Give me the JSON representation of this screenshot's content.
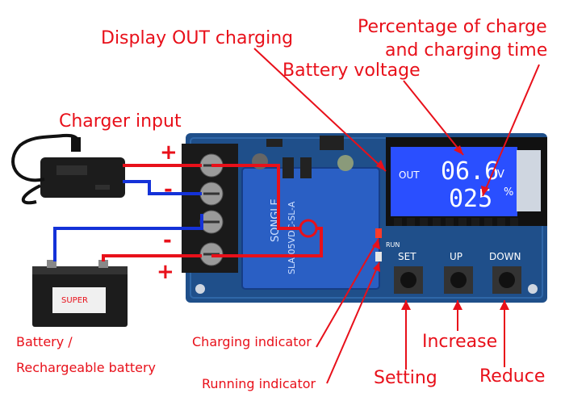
{
  "labels": {
    "display_out": "Display OUT charging",
    "percentage_line1": "Percentage of charge",
    "percentage_line2": "and charging time",
    "battery_voltage": "Battery voltage",
    "charger_input": "Charger input",
    "battery_line1": "Battery /",
    "battery_line2": "Rechargeable battery",
    "charging_indicator": "Charging indicator",
    "running_indicator": "Running indicator",
    "setting": "Setting",
    "increase": "Increase",
    "reduce": "Reduce"
  },
  "signs": {
    "charger_plus": "+",
    "charger_minus": "-",
    "battery_minus": "-",
    "battery_plus": "+"
  },
  "lcd": {
    "out": "OUT",
    "voltage": "06.6",
    "voltage_unit": "V",
    "percent": "025",
    "percent_unit": "%"
  },
  "board": {
    "buttons": [
      "SET",
      "UP",
      "DOWN"
    ],
    "relay_text": "SONGLE",
    "relay_model": "SLA-05VDC-SL-A",
    "led_label": "RUN"
  },
  "battery_brand": "SUPER",
  "colors": {
    "annotation": "#e8101a",
    "board": "#1f4f8a",
    "lcd": "#2a4fff",
    "wire_pos": "#e8101a",
    "wire_neg": "#1432d8"
  }
}
